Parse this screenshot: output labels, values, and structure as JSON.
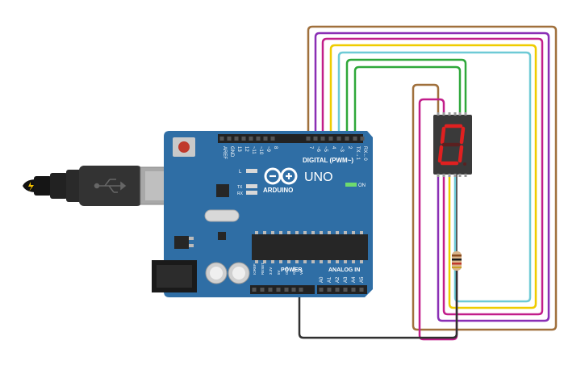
{
  "board": {
    "label_digital": "DIGITAL (PWM~)",
    "label_uno": "UNO",
    "label_arduino": "ARDUINO",
    "label_on": "ON",
    "label_power": "POWER",
    "label_analog": "ANALOG IN",
    "label_L": "L",
    "label_TX": "TX",
    "label_RX": "RX",
    "digital_pins": [
      "AREF",
      "GND",
      "13",
      "12",
      "~11",
      "~10",
      "~9",
      "8",
      "7",
      "~6",
      "~5",
      "4",
      "~3",
      "2",
      "TX→1",
      "RX←0"
    ],
    "power_pins": [
      "IOREF",
      "RESET",
      "3.3V",
      "5V",
      "GND",
      "GND",
      "Vin"
    ],
    "analog_pins": [
      "A0",
      "A1",
      "A2",
      "A3",
      "A4",
      "A5"
    ]
  },
  "display": {
    "digit": "0",
    "segment_color": "#e02020"
  },
  "colors": {
    "board": "#2f6ea5",
    "wire_brown": "#a0703c",
    "wire_purple": "#8a2fb5",
    "wire_magenta": "#c21e8a",
    "wire_yellow": "#efcc00",
    "wire_cyan": "#6ecad6",
    "wire_green": "#2fa83a",
    "wire_black": "#303030"
  }
}
